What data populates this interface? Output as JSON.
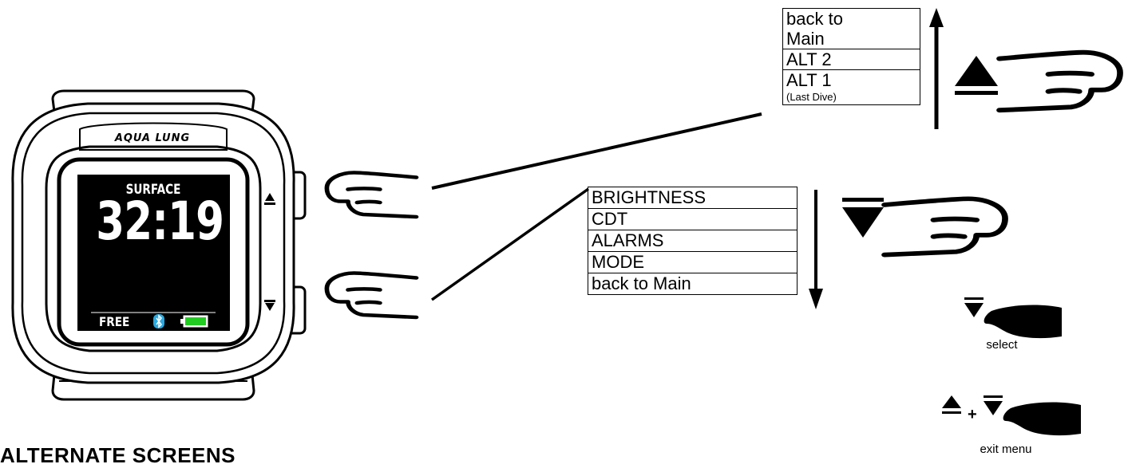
{
  "watch": {
    "brand": "AQUA LUNG",
    "screen_title": "SURFACE",
    "surface_time": "32:19",
    "mode": "FREE",
    "status_icons": [
      "bluetooth-icon",
      "battery-icon"
    ],
    "battery_color": "#22cc22",
    "bluetooth_color": "#29a9e0"
  },
  "menu_up": {
    "items": [
      "back to Main",
      "ALT 2",
      "ALT 1"
    ],
    "item0_line1": "back to",
    "item0_line2": "Main",
    "alt1_note": "(Last Dive)"
  },
  "menu_down": {
    "items": [
      "BRIGHTNESS",
      "CDT",
      "ALARMS",
      "MODE",
      "back to Main"
    ]
  },
  "actions": {
    "select_label": "select",
    "exit_label": "exit menu",
    "plus": "+"
  },
  "section_title": "ALTERNATE SCREENS"
}
